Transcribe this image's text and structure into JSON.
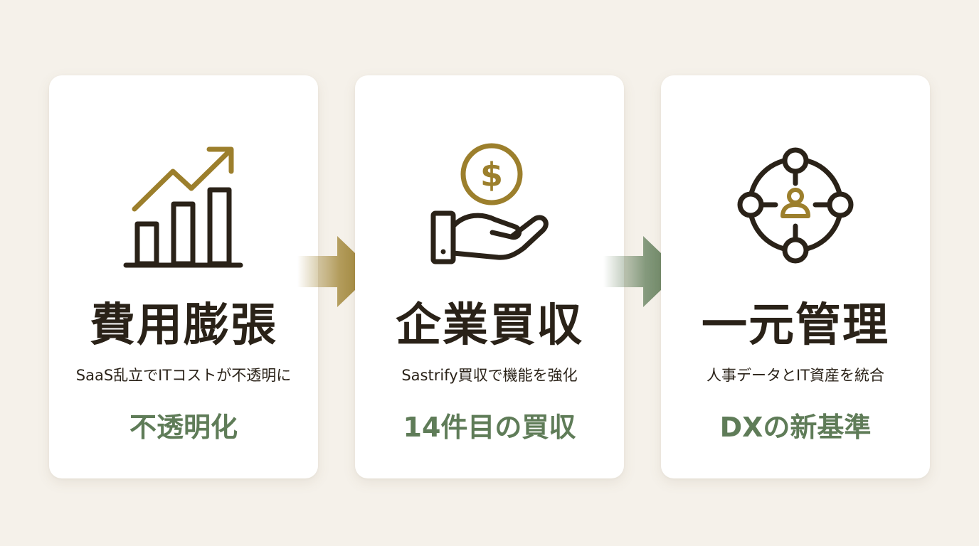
{
  "colors": {
    "background": "#f5f1ea",
    "card": "#ffffff",
    "icon_dark": "#2a2218",
    "icon_gold": "#9c7f2c",
    "accent_green": "#5f7c58"
  },
  "steps": [
    {
      "icon": "growth-chart-icon",
      "title": "費用膨張",
      "subtitle": "SaaS乱立でITコストが不透明に",
      "highlight": "不透明化"
    },
    {
      "icon": "money-hand-icon",
      "title": "企業買収",
      "subtitle": "Sastrify買収で機能を強化",
      "highlight": "14件目の買収"
    },
    {
      "icon": "network-person-icon",
      "title": "一元管理",
      "subtitle": "人事データとIT資産を統合",
      "highlight": "DXの新基準"
    }
  ]
}
